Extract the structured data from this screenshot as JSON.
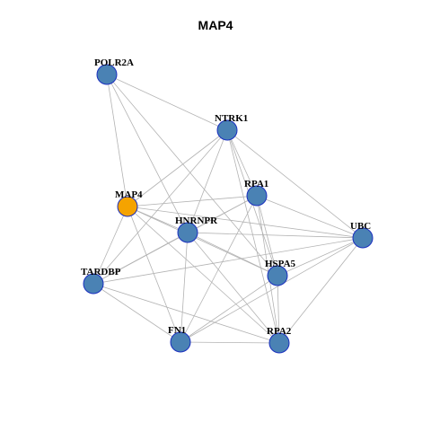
{
  "title": "MAP4",
  "colors": {
    "node_default": "#4a82b4",
    "node_focus": "#f5a300",
    "node_border": "#1a2fbf",
    "edge": "#b3b3b3"
  },
  "nodes": [
    {
      "id": "POLR2A",
      "label": "POLR2A",
      "focus": false
    },
    {
      "id": "NTRK1",
      "label": "NTRK1",
      "focus": false
    },
    {
      "id": "MAP4",
      "label": "MAP4",
      "focus": true
    },
    {
      "id": "RPA1",
      "label": "RPA1",
      "focus": false
    },
    {
      "id": "HNRNPR",
      "label": "HNRNPR",
      "focus": false
    },
    {
      "id": "UBC",
      "label": "UBC",
      "focus": false
    },
    {
      "id": "TARDBP",
      "label": "TARDBP",
      "focus": false
    },
    {
      "id": "HSPA5",
      "label": "HSPA5",
      "focus": false
    },
    {
      "id": "FN1",
      "label": "FN1",
      "focus": false
    },
    {
      "id": "RPA2",
      "label": "RPA2",
      "focus": false
    }
  ],
  "edges": [
    [
      "POLR2A",
      "NTRK1"
    ],
    [
      "POLR2A",
      "MAP4"
    ],
    [
      "POLR2A",
      "HNRNPR"
    ],
    [
      "POLR2A",
      "HSPA5"
    ],
    [
      "NTRK1",
      "MAP4"
    ],
    [
      "NTRK1",
      "HNRNPR"
    ],
    [
      "NTRK1",
      "RPA1"
    ],
    [
      "NTRK1",
      "UBC"
    ],
    [
      "NTRK1",
      "HSPA5"
    ],
    [
      "NTRK1",
      "RPA2"
    ],
    [
      "NTRK1",
      "TARDBP"
    ],
    [
      "MAP4",
      "RPA1"
    ],
    [
      "MAP4",
      "HNRNPR"
    ],
    [
      "MAP4",
      "UBC"
    ],
    [
      "MAP4",
      "HSPA5"
    ],
    [
      "MAP4",
      "RPA2"
    ],
    [
      "MAP4",
      "FN1"
    ],
    [
      "MAP4",
      "TARDBP"
    ],
    [
      "RPA1",
      "HNRNPR"
    ],
    [
      "RPA1",
      "UBC"
    ],
    [
      "RPA1",
      "HSPA5"
    ],
    [
      "RPA1",
      "RPA2"
    ],
    [
      "RPA1",
      "FN1"
    ],
    [
      "RPA1",
      "TARDBP"
    ],
    [
      "HNRNPR",
      "UBC"
    ],
    [
      "HNRNPR",
      "HSPA5"
    ],
    [
      "HNRNPR",
      "RPA2"
    ],
    [
      "HNRNPR",
      "FN1"
    ],
    [
      "HNRNPR",
      "TARDBP"
    ],
    [
      "UBC",
      "HSPA5"
    ],
    [
      "UBC",
      "RPA2"
    ],
    [
      "UBC",
      "FN1"
    ],
    [
      "UBC",
      "TARDBP"
    ],
    [
      "HSPA5",
      "RPA2"
    ],
    [
      "HSPA5",
      "FN1"
    ],
    [
      "TARDBP",
      "FN1"
    ],
    [
      "TARDBP",
      "RPA2"
    ],
    [
      "FN1",
      "RPA2"
    ]
  ]
}
